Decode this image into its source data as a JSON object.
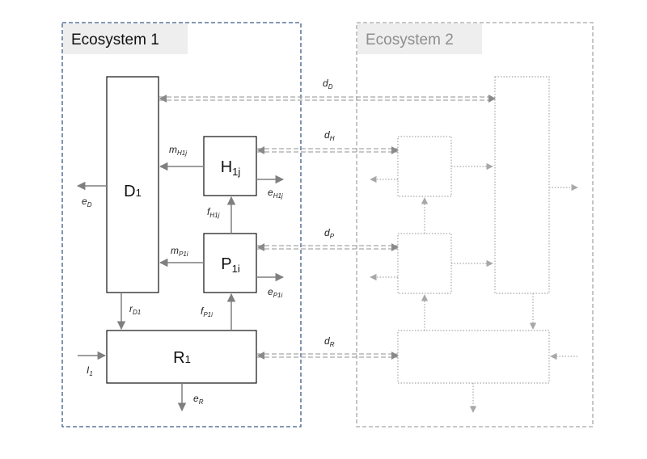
{
  "ecosystems": {
    "eco1": {
      "title": "Ecosystem 1",
      "border_color": "#3b5a8a"
    },
    "eco2": {
      "title": "Ecosystem 2",
      "border_color": "#a8a8a8"
    }
  },
  "nodes": {
    "detritus": {
      "main": "D",
      "sub": "1"
    },
    "herbivore": {
      "main": "H",
      "sub": "1j"
    },
    "producer": {
      "main": "P",
      "sub": "1i"
    },
    "resource": {
      "main": "R",
      "sub": "1"
    }
  },
  "flows": {
    "m_h1j": {
      "main": "m",
      "sub": "H1j"
    },
    "m_p1i": {
      "main": "m",
      "sub": "P1i"
    },
    "e_d": {
      "main": "e",
      "sub": "D"
    },
    "e_h1j": {
      "main": "e",
      "sub": "H1j"
    },
    "e_p1i": {
      "main": "e",
      "sub": "P1i"
    },
    "f_h1j": {
      "main": "f",
      "sub": "H1j"
    },
    "f_p1i": {
      "main": "f",
      "sub": "P1i"
    },
    "r_d1": {
      "main": "r",
      "sub": "D1"
    },
    "e_r": {
      "main": "e",
      "sub": "R"
    },
    "i_1": {
      "main": "I",
      "sub": "1"
    }
  },
  "dispersal": {
    "d_d": {
      "main": "d",
      "sub": "D"
    },
    "d_h": {
      "main": "d",
      "sub": "H"
    },
    "d_p": {
      "main": "d",
      "sub": "P"
    },
    "d_r": {
      "main": "d",
      "sub": "R"
    }
  },
  "colors": {
    "arrow": "#7f7f7f",
    "ghost": "#a8a8a8",
    "title_bg": "#eeeeee"
  }
}
